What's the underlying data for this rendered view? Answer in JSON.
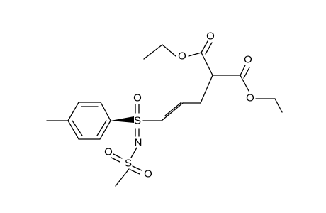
{
  "molecule": {
    "atoms": {
      "o_carbonyl_1": "O",
      "o_ester_1": "O",
      "o_carbonyl_2": "O",
      "o_ester_2": "O",
      "s_sulfoximine": "S",
      "o_sulfoximine": "O",
      "n_imine": "N",
      "s_sulfonyl": "S",
      "o_sulfonyl_1": "O",
      "o_sulfonyl_2": "O"
    }
  }
}
